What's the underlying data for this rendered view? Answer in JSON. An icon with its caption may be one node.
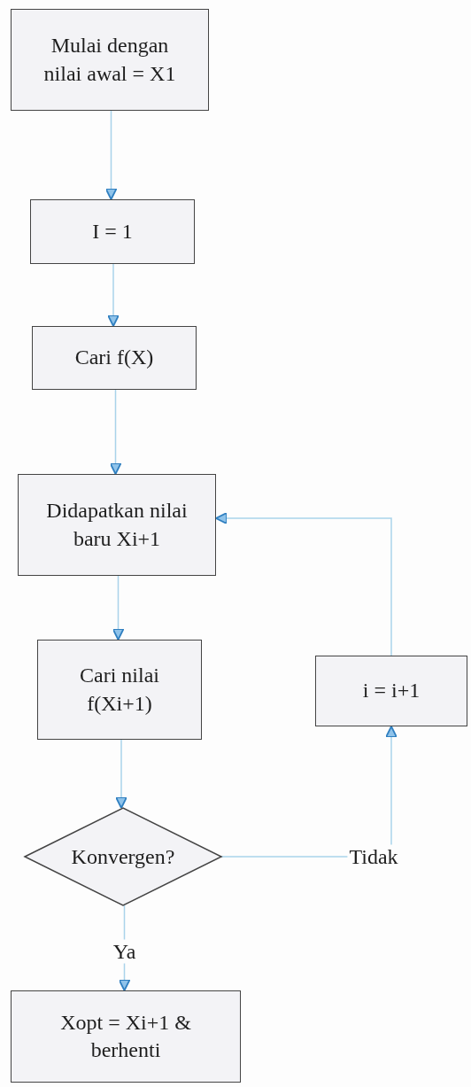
{
  "diagram": {
    "nodes": [
      {
        "text": [
          "Mulai dengan nilai awal = X1"
        ]
      },
      {
        "text": [
          "I = 1"
        ]
      },
      {
        "text": [
          "Cari f(X)"
        ]
      },
      {
        "text": [
          "Didapatkan nilai baru Xi+1"
        ]
      },
      {
        "text": [
          "Cari nilai f(Xi+1)"
        ]
      },
      {
        "text": [
          "Konvergen?"
        ]
      },
      {
        "text": [
          "i = i+1"
        ]
      },
      {
        "text": [
          "Xopt = Xi+1 & berhenti"
        ]
      }
    ],
    "edges": [
      {
        "from": 0,
        "to": 1,
        "arrow": "to"
      },
      {
        "from": 1,
        "to": 2,
        "arrow": "to"
      },
      {
        "from": 2,
        "to": 3,
        "arrow": "to"
      },
      {
        "from": 3,
        "to": 4,
        "arrow": "to"
      },
      {
        "from": 4,
        "to": 5,
        "arrow": "to"
      },
      {
        "from": 5,
        "to": 7,
        "label": "Ya",
        "arrow": "to"
      },
      {
        "from": 5,
        "to": 6,
        "label": "Tidak",
        "arrow": "to"
      },
      {
        "from": 6,
        "to": 3,
        "arrow": "to"
      }
    ]
  }
}
